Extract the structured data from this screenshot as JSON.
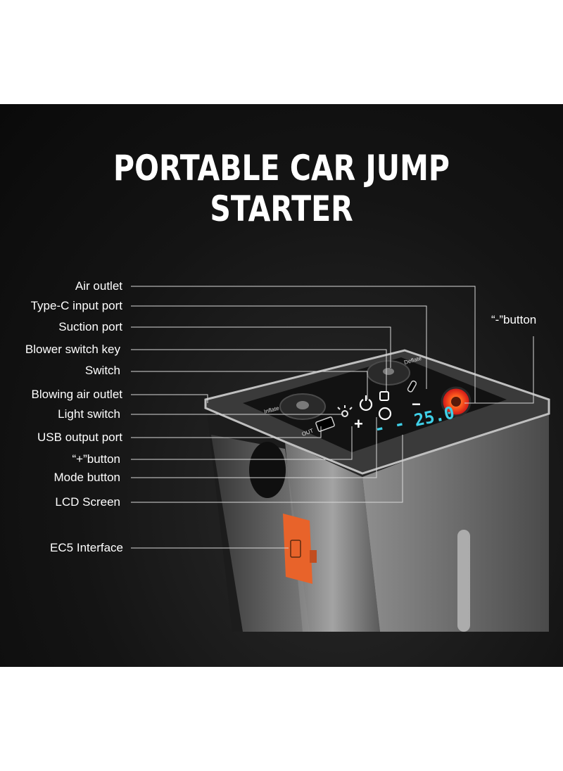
{
  "title": "PORTABLE CAR JUMP STARTER",
  "labels": {
    "air_outlet": "Air outlet",
    "type_c_input_port": "Type-C input port",
    "suction_port": "Suction port",
    "blower_switch_key": "Blower switch key",
    "switch": "Switch",
    "blowing_air_outlet": "Blowing air outlet",
    "light_switch": "Light switch",
    "usb_output_port": "USB output port",
    "plus_button": "“+”button",
    "mode_button": "Mode button",
    "lcd_screen": "LCD Screen",
    "ec5_interface": "EC5 Interface",
    "minus_button": "“-”button"
  },
  "device": {
    "lcd_reading": "- - 25.0",
    "inflate_label": "Inflate",
    "deflate_label": "Deflate",
    "out_label": "OUT",
    "plus_symbol": "+",
    "minus_symbol": "−"
  },
  "colors": {
    "background": "#111111",
    "text": "#ffffff",
    "lcd": "#3fd0e8",
    "ec5_cover": "#e8632a",
    "minus_button_ring": "#e0191f"
  }
}
